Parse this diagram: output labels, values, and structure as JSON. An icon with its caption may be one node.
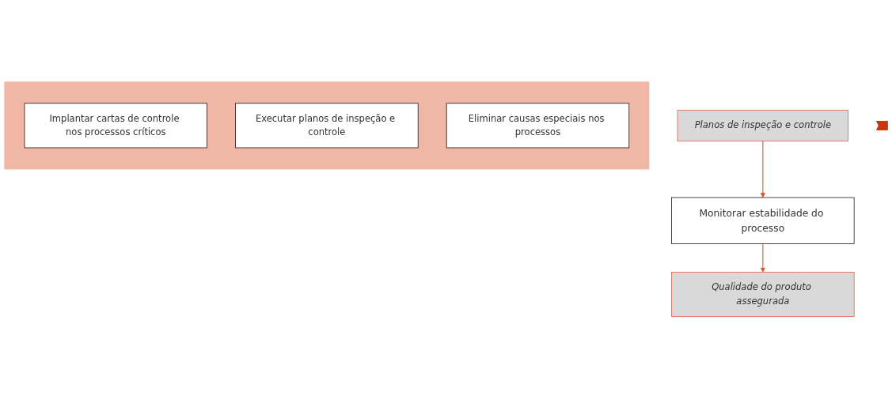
{
  "diagram": {
    "nodes": [
      {
        "text": [
          "Planos de inspeção e controle"
        ]
      },
      {
        "text": [],
        "shape": "pentagon"
      },
      {
        "text": [
          "Monitorar estabilidade do processo"
        ]
      },
      {
        "text": [],
        "shape": "band"
      },
      {
        "text": [
          "Implantar cartas de controle nos processos críticos"
        ],
        "in": 3
      },
      {
        "text": [
          "Executar planos de inspeção e controle"
        ],
        "in": 3
      },
      {
        "text": [
          "Eliminar causas especiais nos processos"
        ],
        "in": 3
      },
      {
        "text": [
          "Qualidade do produto assegurada"
        ]
      }
    ],
    "edges": [
      {
        "from": 0,
        "to": 2,
        "arrow": "to"
      },
      {
        "from": 2,
        "to": 7,
        "arrow": "to"
      }
    ]
  }
}
